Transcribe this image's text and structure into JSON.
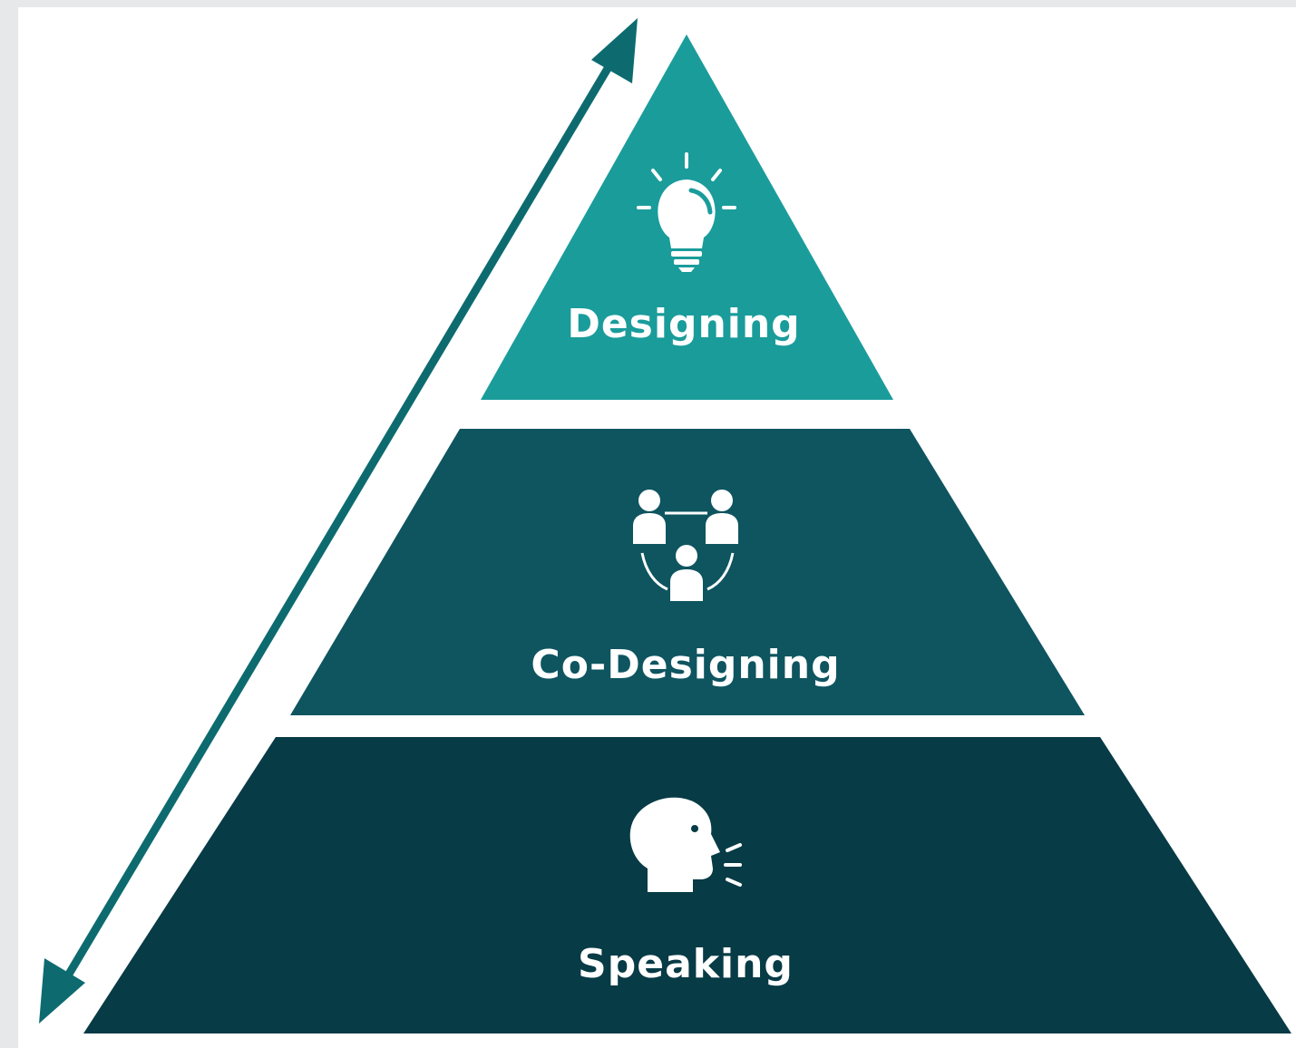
{
  "diagram": {
    "tiers": [
      {
        "label": "Designing",
        "icon": "lightbulb-icon",
        "color": "#1a9c9b"
      },
      {
        "label": "Co-Designing",
        "icon": "group-network-icon",
        "color": "#0e5560"
      },
      {
        "label": "Speaking",
        "icon": "speaking-head-icon",
        "color": "#073b46"
      }
    ],
    "arrow": {
      "icon": "double-headed-arrow-icon",
      "color": "#0d6b70"
    },
    "background_color": "#e6e8ea",
    "canvas_color": "#ffffff",
    "label_color": "#ffffff"
  }
}
